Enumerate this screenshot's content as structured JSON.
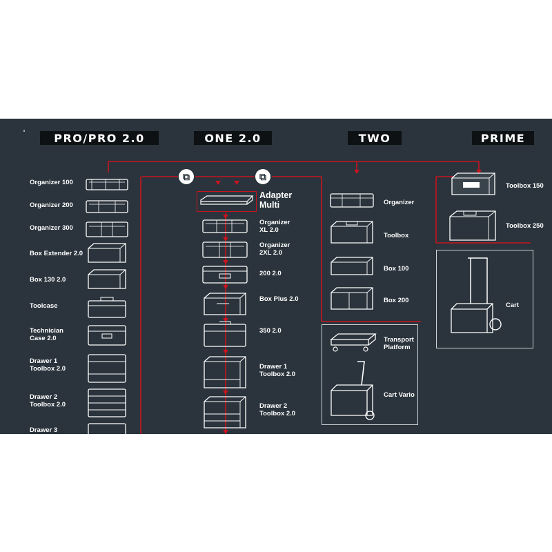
{
  "columns": {
    "pro": "PRO/PRO 2.0",
    "one": "ONE 2.0",
    "two": "TWO",
    "prime": "PRIME"
  },
  "pro_items": [
    "Organizer 100",
    "Organizer 200",
    "Organizer 300",
    "Box Extender 2.0",
    "Box 130 2.0",
    "Toolcase",
    "Technician\nCase 2.0",
    "Drawer 1\nToolbox 2.0",
    "Drawer 2\nToolbox 2.0",
    "Drawer 3"
  ],
  "one_items": [
    "Adapter\nMulti",
    "Organizer\nXL 2.0",
    "Organizer\n2XL 2.0",
    "200 2.0",
    "Box Plus 2.0",
    "350 2.0",
    "Drawer 1\nToolbox 2.0",
    "Drawer 2\nToolbox 2.0"
  ],
  "two_items": [
    "Organizer",
    "Toolbox",
    "Box 100",
    "Box 200"
  ],
  "two_group": [
    "Transport\nPlatform",
    "Cart Vario"
  ],
  "prime_items": [
    "Toolbox 150",
    "Toolbox 250"
  ],
  "prime_group": [
    "Cart"
  ],
  "link_icon": "chain-link-icon",
  "colors": {
    "background": "#2b343c",
    "connector": "#c8141e",
    "header_bg": "#0e1114",
    "text": "#ffffff"
  }
}
